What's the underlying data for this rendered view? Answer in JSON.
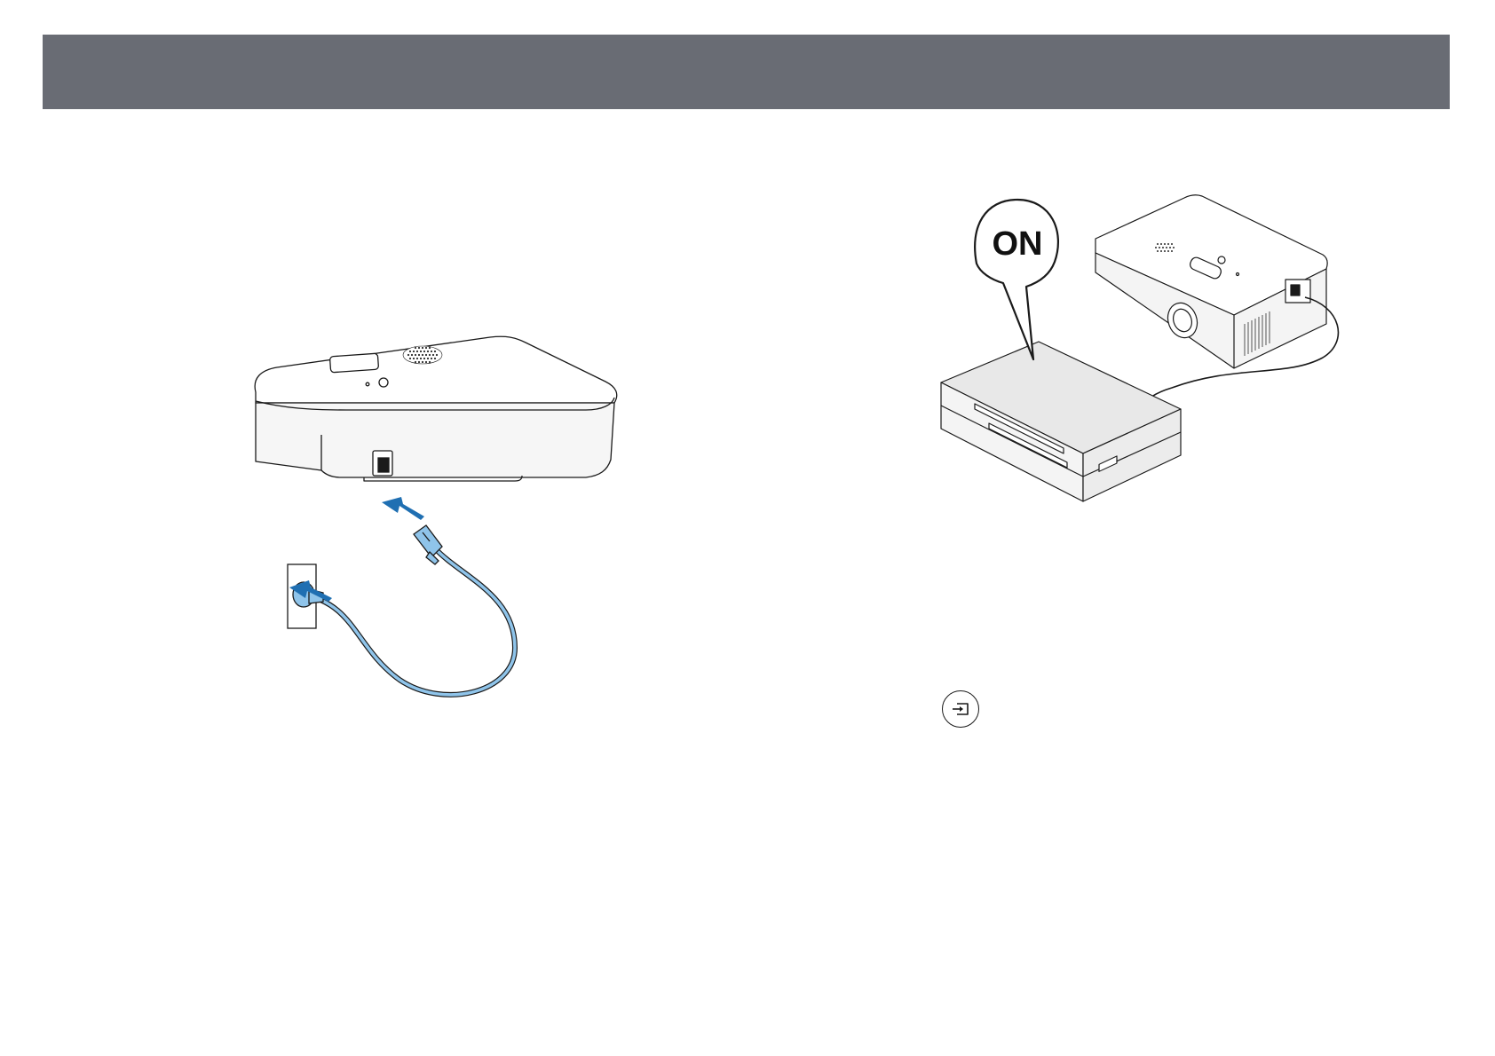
{
  "header": {
    "color": "#696c74"
  },
  "illustrations": {
    "power_connection": {
      "description_icon": "power-cord-to-outlet-illustration",
      "cable_color": "#8fc4ea",
      "arrow_color": "#1f6fb2"
    },
    "device_on": {
      "callout_label": "ON",
      "description_icon": "video-device-connected-to-projector-illustration"
    }
  },
  "buttons": {
    "source": {
      "icon": "source-input-icon"
    }
  }
}
